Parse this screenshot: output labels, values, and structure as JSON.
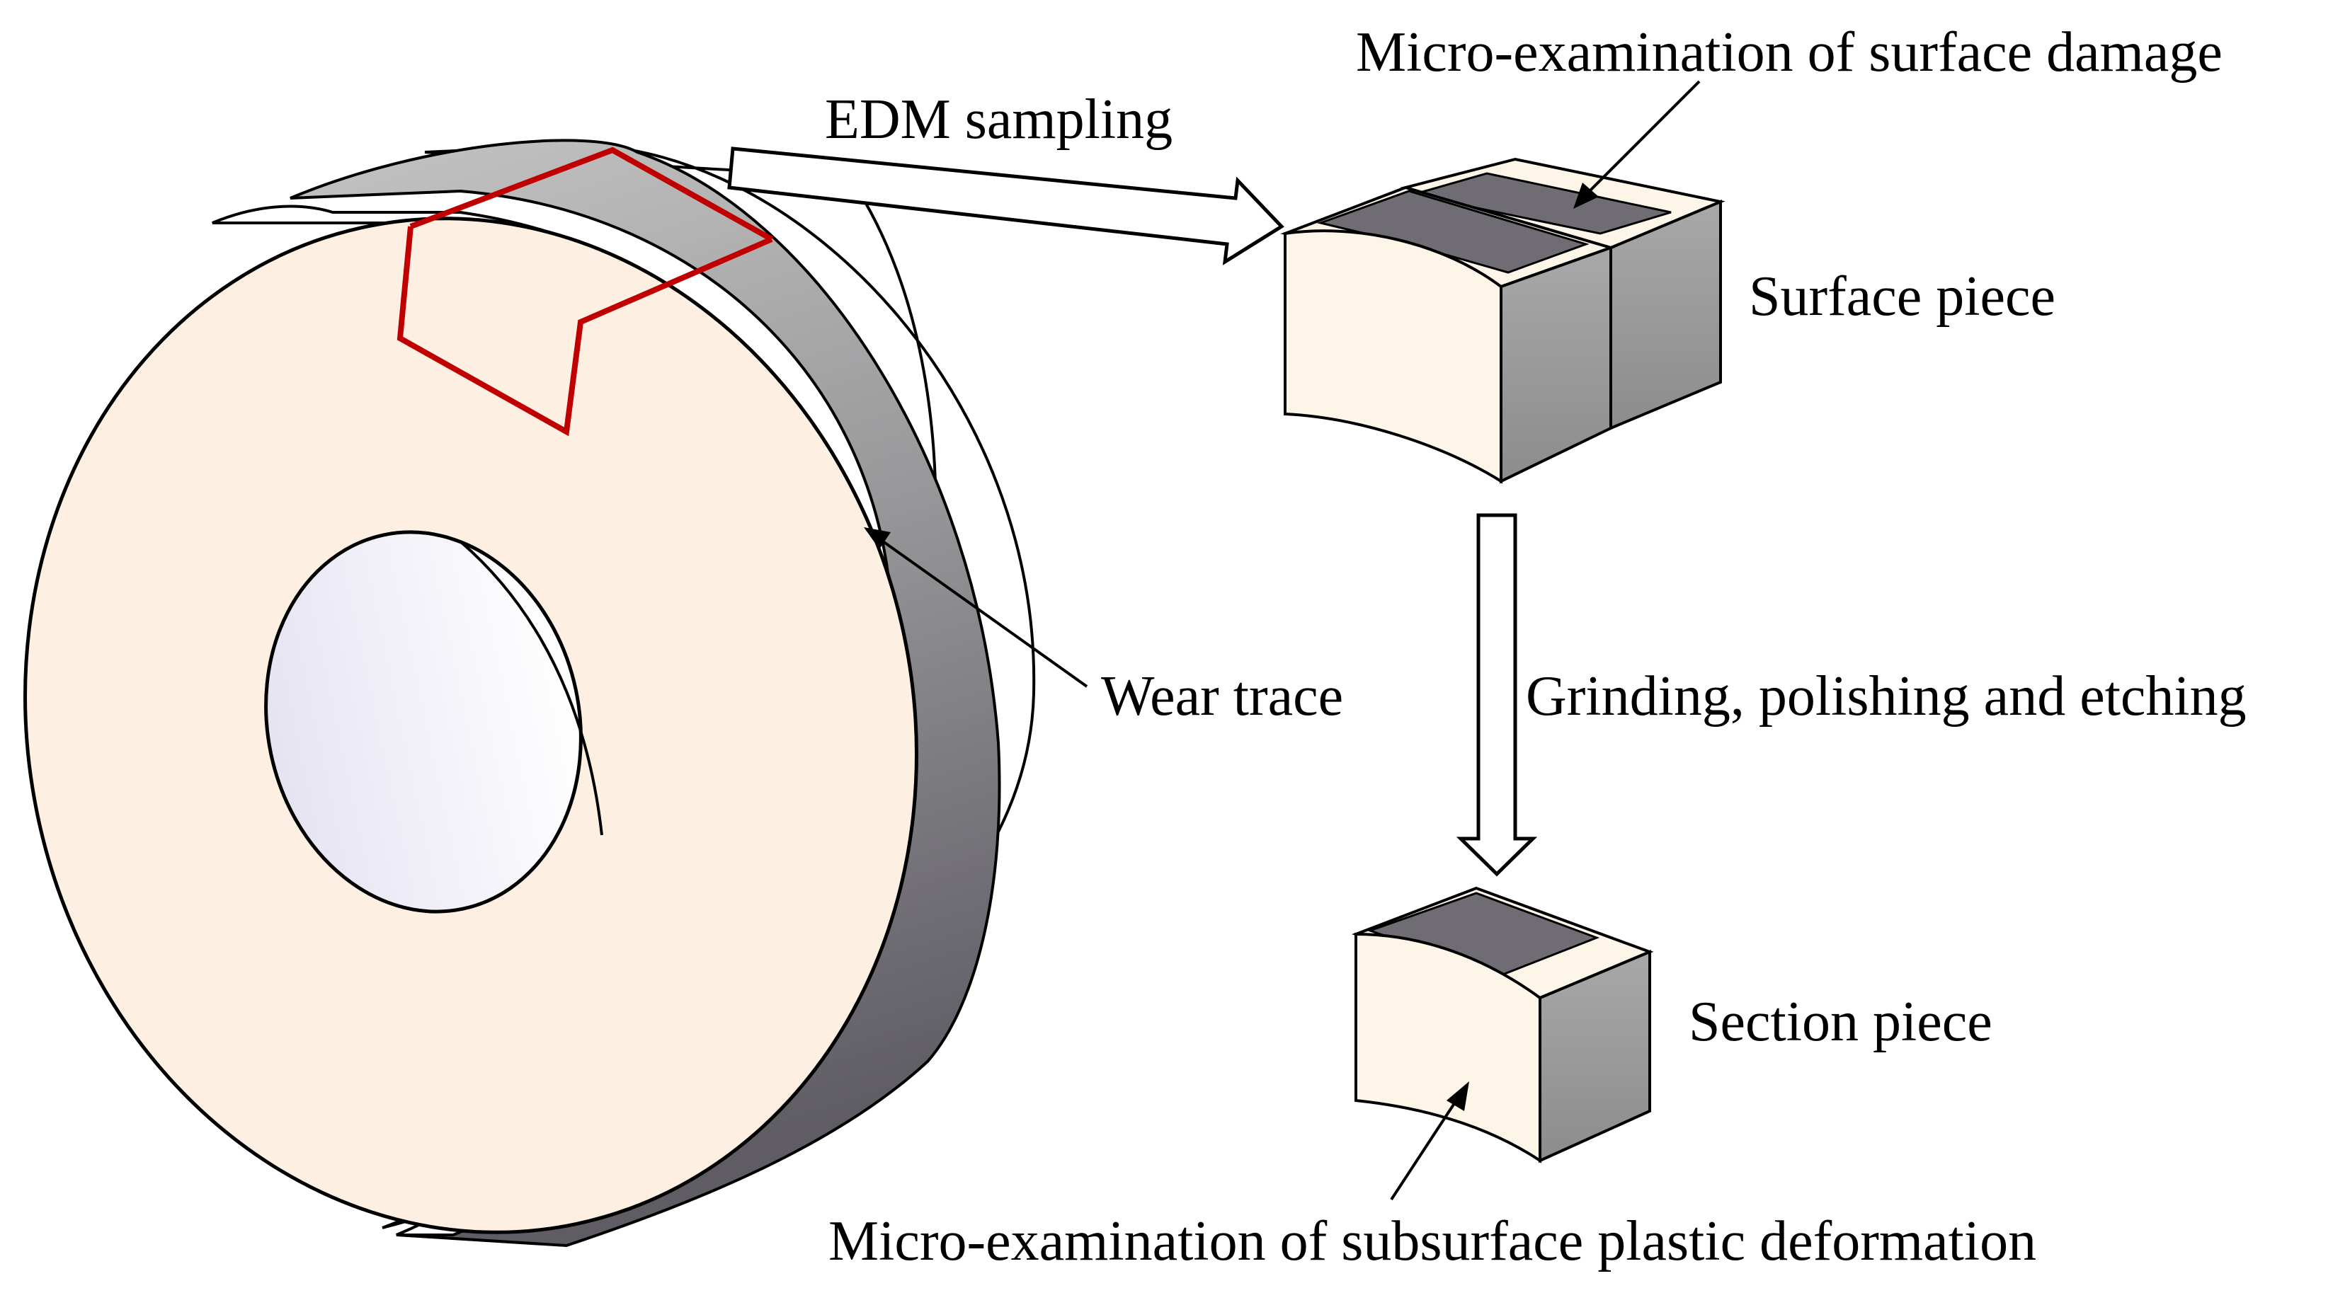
{
  "labels": {
    "edm_sampling": "EDM sampling",
    "micro_surface": "Micro-examination of surface damage",
    "surface_piece": "Surface piece",
    "wear_trace": "Wear trace",
    "grinding": "Grinding, polishing and etching",
    "section_piece": "Section piece",
    "micro_subsurface": "Micro-examination of subsurface plastic deformation"
  },
  "colors": {
    "face": "#fdf0e3",
    "piece_face": "#fdf5e8",
    "band_light": "#b8b8b8",
    "band_dark": "#6f6c73",
    "band_side": "#9b9b9b",
    "rim": "#ffffff",
    "cut_outline": "#c00000",
    "line": "#000000"
  }
}
